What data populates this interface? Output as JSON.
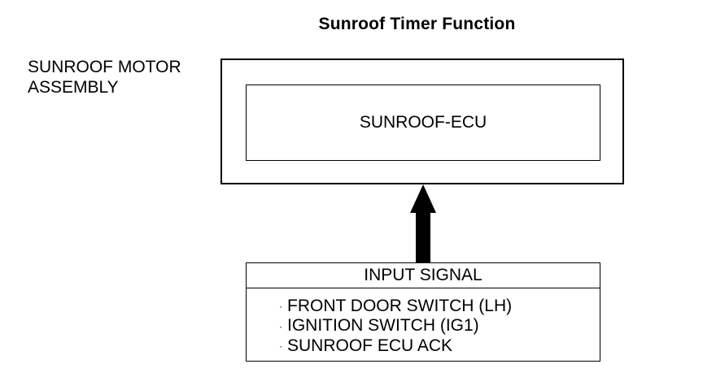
{
  "diagram": {
    "title": "Sunroof Timer Function",
    "assembly_label_line1": "SUNROOF MOTOR",
    "assembly_label_line2": "ASSEMBLY",
    "ecu_label": "SUNROOF-ECU",
    "arrow_direction": "up",
    "input_header": "INPUT SIGNAL",
    "bullet_glyph": "·",
    "inputs": [
      "FRONT DOOR SWITCH (LH)",
      "IGNITION SWITCH (IG1)",
      "SUNROOF ECU ACK"
    ]
  }
}
